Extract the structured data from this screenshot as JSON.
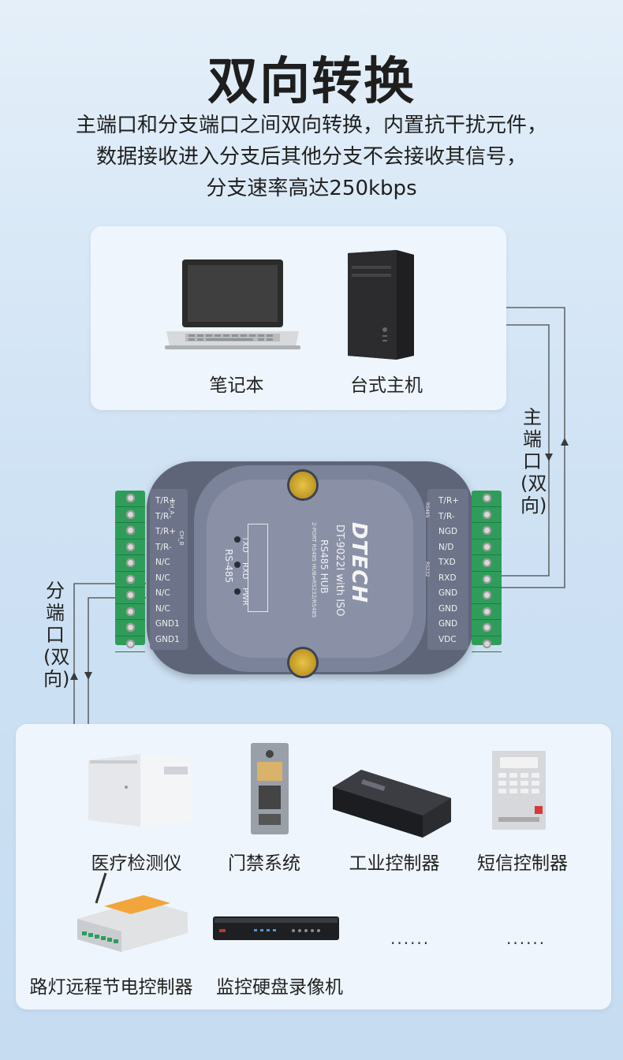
{
  "header": {
    "title": "双向转换",
    "lines": [
      "主端口和分支端口之间双向转换，内置抗干扰元件，",
      "数据接收进入分支后其他分支不会接收其信号，",
      "分支速率高达250kbps"
    ]
  },
  "top_panel": {
    "devices": [
      {
        "label": "笔记本",
        "icon": "laptop-icon"
      },
      {
        "label": "台式主机",
        "icon": "desktop-tower-icon"
      }
    ]
  },
  "side_labels": {
    "main_port": [
      "主",
      "端",
      "口",
      "(双",
      "向)"
    ],
    "branch_port": [
      "分",
      "端",
      "口",
      "(双",
      "向)"
    ]
  },
  "hub": {
    "brand": "DTECH",
    "model": "DT-9022I with ISO",
    "product": "RS485 HUB",
    "subtitle": "2-PORT RS485 HUB⇌RS232/RS485",
    "interface": "RS-485",
    "leds": [
      "TXD",
      "RXD",
      "PWR"
    ],
    "left_pins": [
      "T/R+",
      "T/R-",
      "T/R+",
      "T/R-",
      "N/C",
      "N/C",
      "N/C",
      "N/C",
      "GND1",
      "GND1"
    ],
    "left_groups": [
      "CH_A",
      "CH_B"
    ],
    "right_pins": [
      "T/R+",
      "T/R-",
      "NGD",
      "N/D",
      "TXD",
      "RXD",
      "GND",
      "GND",
      "GND",
      "VDC"
    ],
    "right_groups": [
      "RS485",
      "RS232"
    ]
  },
  "bottom_panel": {
    "row1": [
      {
        "label": "医疗检测仪",
        "icon": "medical-analyzer-icon"
      },
      {
        "label": "门禁系统",
        "icon": "door-intercom-icon"
      },
      {
        "label": "工业控制器",
        "icon": "industrial-controller-icon"
      },
      {
        "label": "短信控制器",
        "icon": "sms-controller-icon"
      }
    ],
    "row2": [
      {
        "label": "路灯远程节电控制器",
        "icon": "street-light-controller-icon"
      },
      {
        "label": "监控硬盘录像机",
        "icon": "dvr-recorder-icon"
      }
    ],
    "ellipsis": "......"
  },
  "colors": {
    "accent_green": "#2f9d5a",
    "hub_gray": "#6c7389",
    "panel": "#eef5fc",
    "background": "#cfe2f4"
  }
}
